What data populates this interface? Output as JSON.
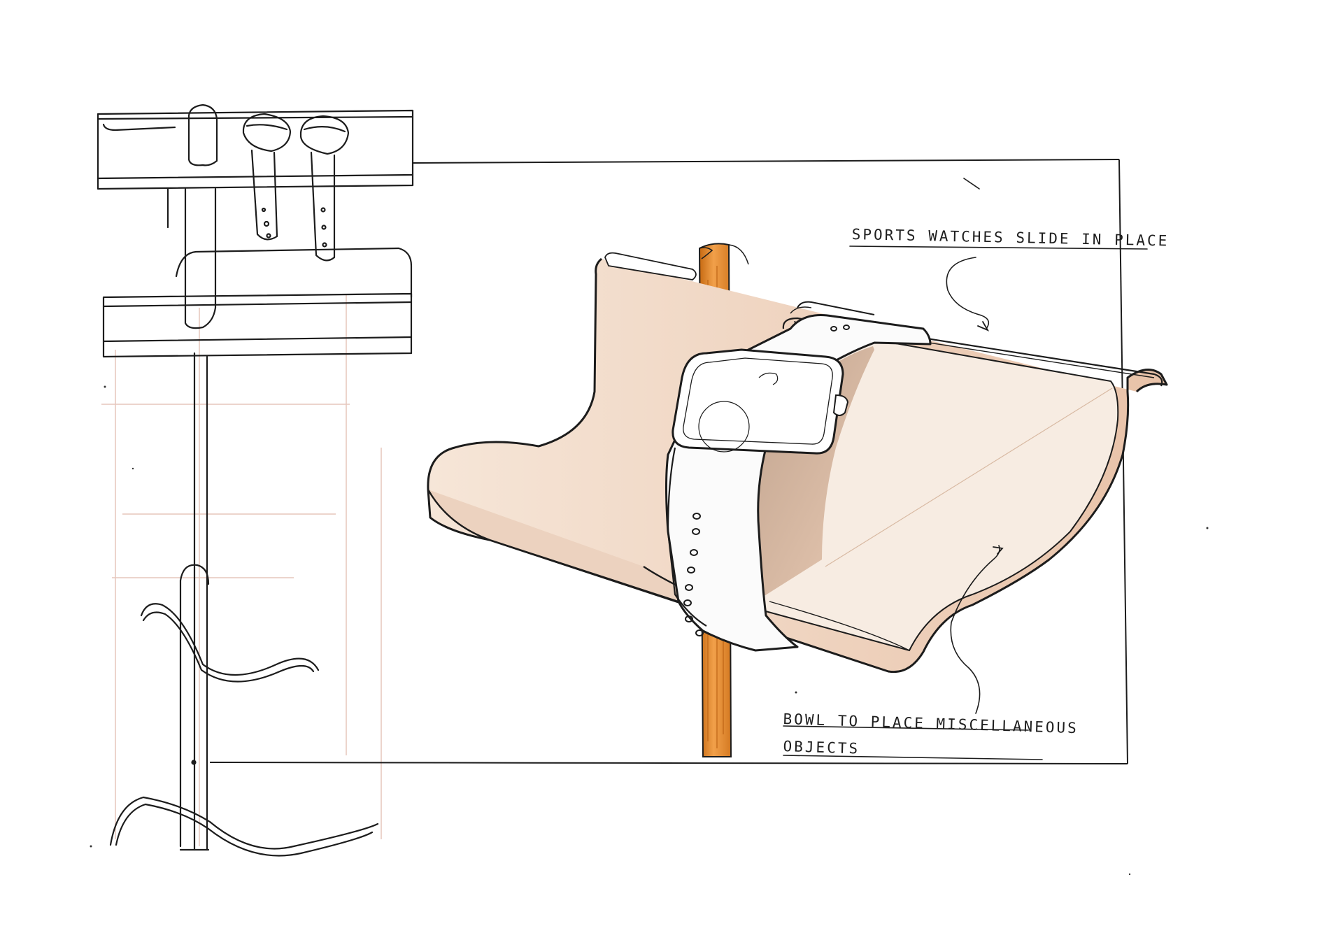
{
  "annotations": {
    "sports_watches": "Sports watches slide in place",
    "bowl_line1": "Bowl to place miscellaneous",
    "bowl_line2": "objects"
  },
  "colors": {
    "paper": "#ffffff",
    "ink": "#1a1a1a",
    "wood": "#e08a2c",
    "wood_dark": "#c76a12",
    "shell": "#f3dccb",
    "shell_shadow": "#c8a890",
    "faint_construction": "#e7c9c0"
  }
}
